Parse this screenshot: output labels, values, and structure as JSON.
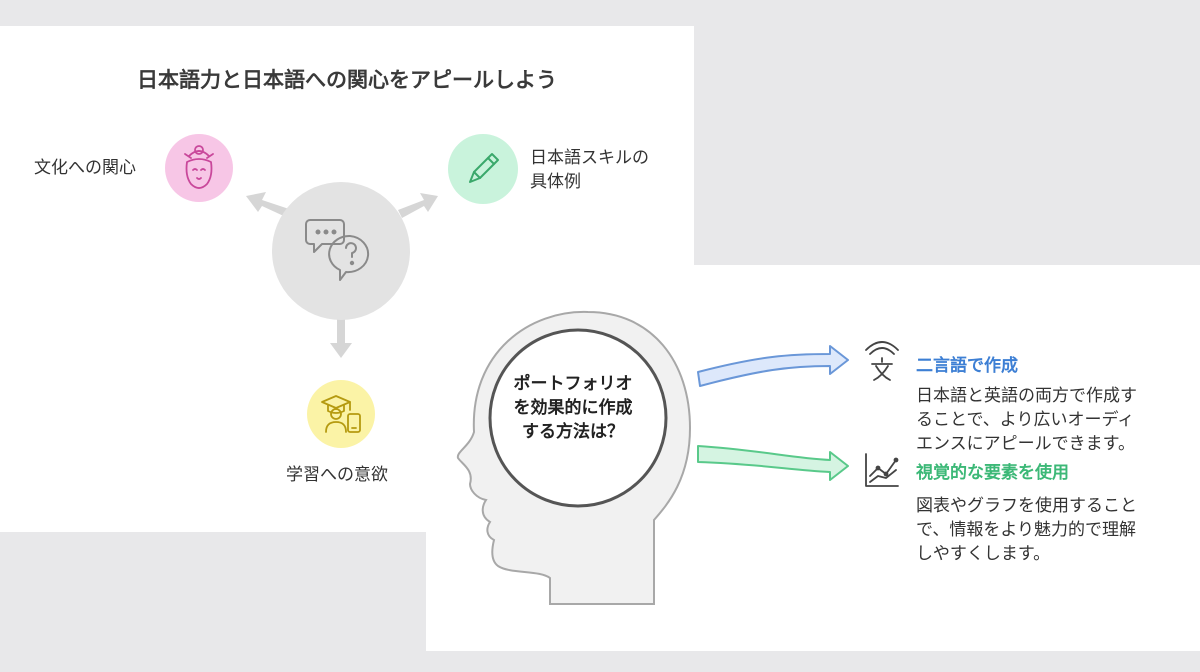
{
  "slide_left": {
    "title": "日本語力と日本語への関心をアピールしよう",
    "hub": {
      "icon": "speech-bubbles-question-icon"
    },
    "items": [
      {
        "label": "文化への関心",
        "icon": "geisha-face-icon",
        "color": "#f7c6e6"
      },
      {
        "label_line1": "日本語スキルの",
        "label_line2": "具体例",
        "icon": "pencil-icon",
        "color": "#c9f3dc"
      },
      {
        "label": "学習への意欲",
        "icon": "student-phone-icon",
        "color": "#fbf3a6"
      }
    ]
  },
  "slide_right": {
    "question": {
      "line1": "ポートフォリオ",
      "line2": "を効果的に作成",
      "line3": "する方法は？"
    },
    "items": [
      {
        "title": "二言語で作成",
        "title_color": "#3d7fd4",
        "icon": "translate-icon",
        "arrow_color": "#6a97d8",
        "body": [
          "日本語と英語の両方で作成す",
          "ることで、より広いオーディ",
          "エンスにアピールできます。"
        ]
      },
      {
        "title": "視覚的な要素を使用",
        "title_color": "#3cb877",
        "icon": "line-chart-icon",
        "arrow_color": "#59c98a",
        "body": [
          "図表やグラフを使用すること",
          "で、情報をより魅力的で理解",
          "しやすくします。"
        ]
      }
    ]
  }
}
